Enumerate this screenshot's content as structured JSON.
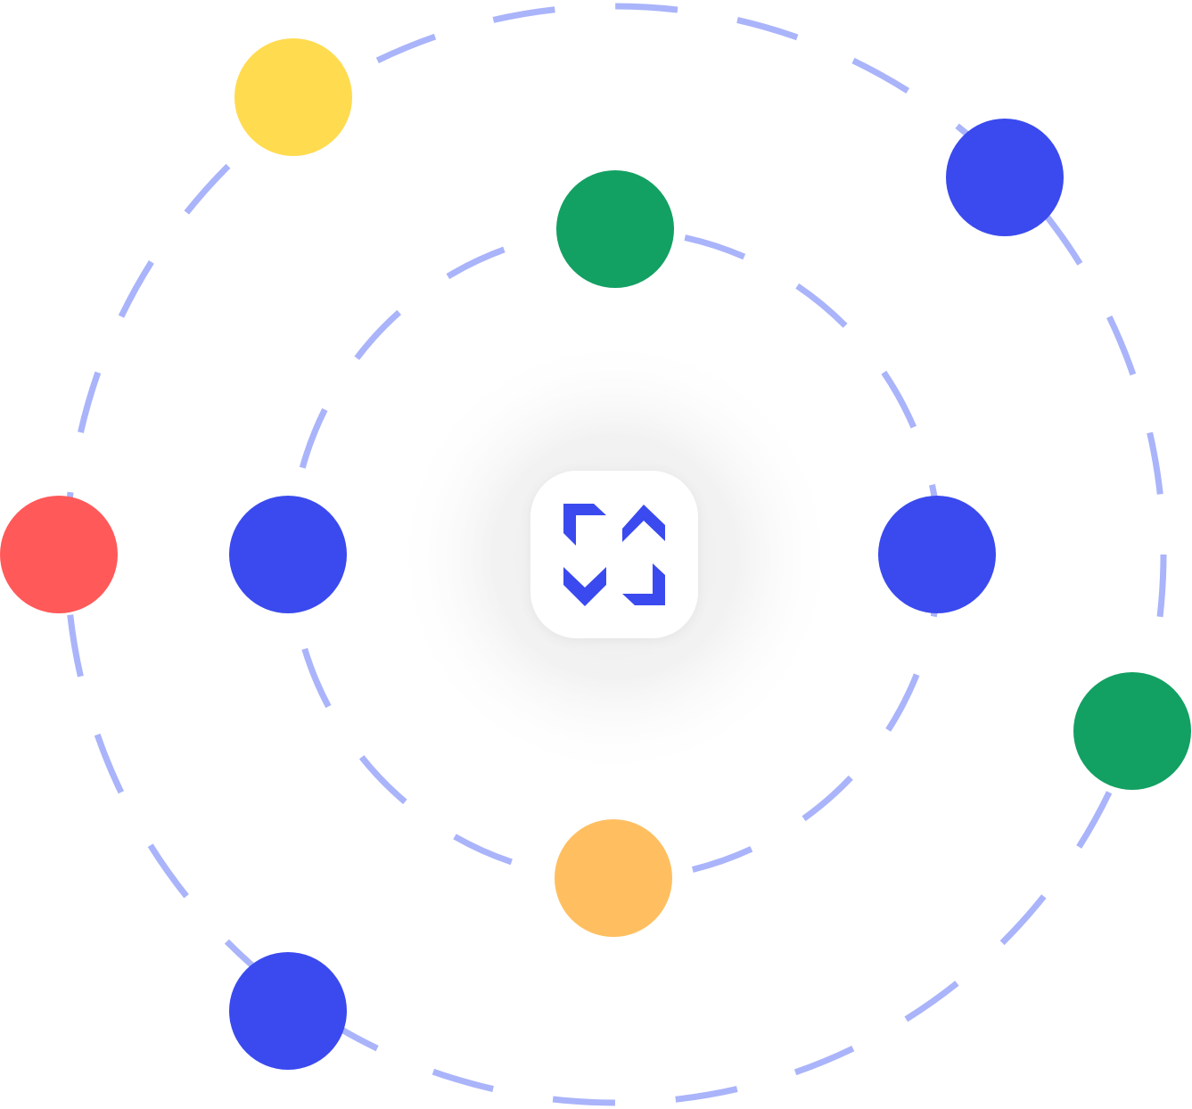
{
  "colors": {
    "orbit": "#aab4fa",
    "background": "#ffffff",
    "glow": "#ececec",
    "hub_tile": "#ffffff",
    "logo": "#3a4aee"
  },
  "hub": {
    "icon": "integration-logo-icon"
  },
  "orbits": [
    {
      "name": "outer-orbit",
      "nodes": [
        {
          "name": "yellow",
          "color": "#ffdb4f"
        },
        {
          "name": "blue-top-right",
          "color": "#3a4aee"
        },
        {
          "name": "green-right",
          "color": "#13a063"
        },
        {
          "name": "blue-bottom-left",
          "color": "#3a4aee"
        },
        {
          "name": "red",
          "color": "#ff5959"
        }
      ]
    },
    {
      "name": "inner-orbit",
      "nodes": [
        {
          "name": "green-top",
          "color": "#13a063"
        },
        {
          "name": "blue-right",
          "color": "#3a4aee"
        },
        {
          "name": "orange-bottom",
          "color": "#ffbf60"
        },
        {
          "name": "blue-left",
          "color": "#3a4aee"
        }
      ]
    }
  ]
}
